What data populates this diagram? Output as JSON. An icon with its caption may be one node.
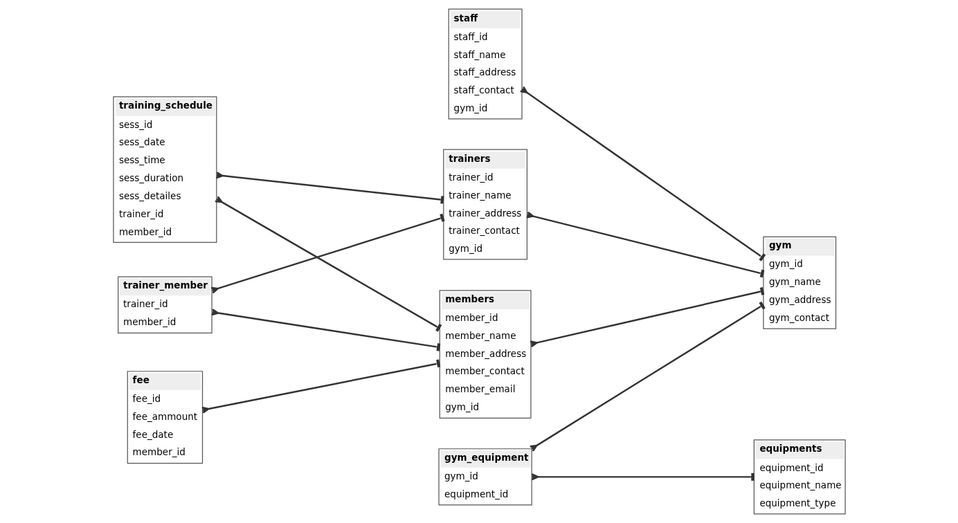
{
  "diagram": {
    "nodes": [
      {
        "text": [
          "training_schedule",
          "sess_id",
          "sess_date",
          "sess_time",
          "sess_duration",
          "sess_detailes",
          "trainer_id",
          "member_id"
        ]
      },
      {
        "text": [
          "members",
          "member_id",
          "member_name",
          "member_address",
          "member_contact",
          "member_email",
          "gym_id"
        ]
      },
      {
        "text": [
          "fee",
          "fee_id",
          "fee_ammount",
          "fee_date",
          "member_id"
        ]
      },
      {
        "text": [
          "trainers",
          "trainer_id",
          "trainer_name",
          "trainer_address",
          "trainer_contact",
          "gym_id"
        ]
      },
      {
        "text": [
          "trainer_member",
          "trainer_id",
          "member_id"
        ]
      },
      {
        "text": [
          "gym_equipment",
          "gym_id",
          "equipment_id"
        ]
      },
      {
        "text": [
          "staff",
          "staff_id",
          "staff_name",
          "staff_address",
          "staff_contact",
          "gym_id"
        ]
      },
      {
        "text": [
          "gym",
          "gym_id",
          "gym_name",
          "gym_address",
          "gym_contact"
        ]
      },
      {
        "text": [
          "equipments",
          "equipment_id",
          "equipment_name",
          "equipment_type"
        ]
      }
    ],
    "edges": [
      {
        "from": 0,
        "to": 1,
        "arrow": "other"
      },
      {
        "from": 2,
        "to": 1,
        "arrow": "other"
      },
      {
        "from": 0,
        "to": 3,
        "arrow": "other"
      },
      {
        "from": 4,
        "to": 3,
        "arrow": "other"
      },
      {
        "from": 4,
        "to": 1,
        "arrow": "other"
      },
      {
        "from": 1,
        "to": 7,
        "arrow": "other"
      },
      {
        "from": 3,
        "to": 7,
        "arrow": "other"
      },
      {
        "from": 6,
        "to": 7,
        "arrow": "other"
      },
      {
        "from": 5,
        "to": 7,
        "arrow": "other"
      },
      {
        "from": 5,
        "to": 8,
        "arrow": "other"
      }
    ]
  }
}
